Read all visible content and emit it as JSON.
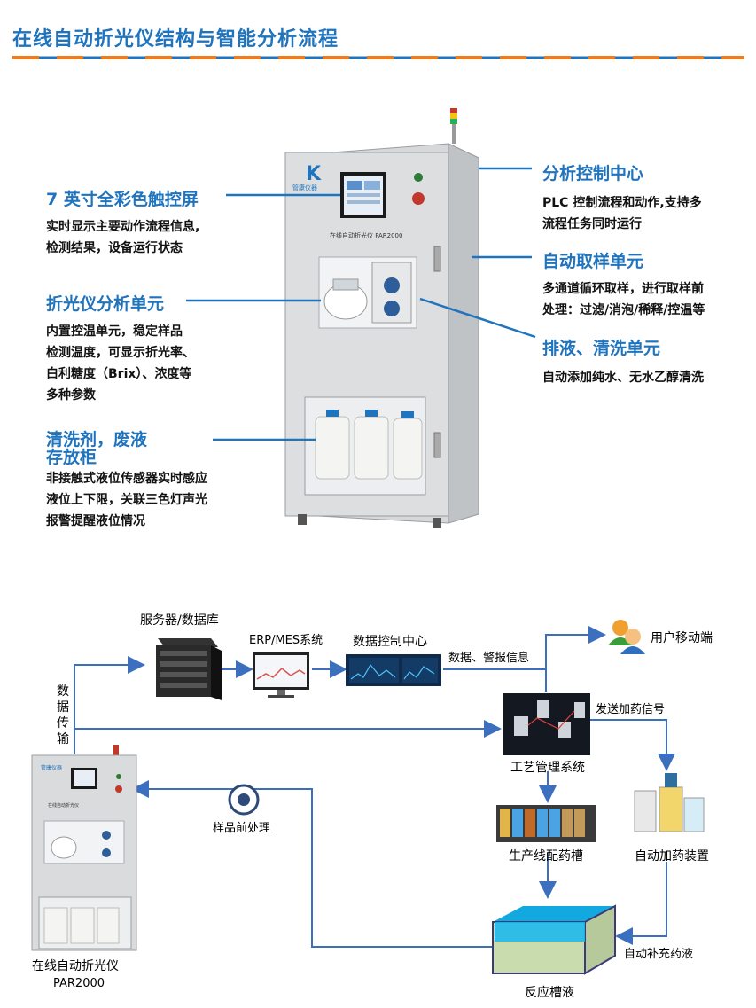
{
  "title": "在线自动折光仪结构与智能分析流程",
  "colors": {
    "accent": "#1f74bd",
    "rule_orange": "#f07b1d",
    "cabinet": "#d9dbdd"
  },
  "device": {
    "brand": "管康仪器",
    "panel_label": "在线自动折光仪  PAR2000",
    "small_panel_label": "在线自动折光仪"
  },
  "callouts": {
    "screen": {
      "title": "7 英寸全彩色触控屏",
      "lines": [
        "实时显示主要动作流程信息,",
        "检测结果，设备运行状态"
      ]
    },
    "analysis_unit": {
      "title": "折光仪分析单元",
      "lines": [
        "内置控温单元，稳定样品",
        "检测温度，可显示折光率、",
        "白利糖度（Brix）、浓度等",
        "多种参数"
      ]
    },
    "storage": {
      "title_line1": "清洗剂，废液",
      "title_line2": "存放柜",
      "lines": [
        "非接触式液位传感器实时感应",
        "液位上下限，关联三色灯声光",
        "报警提醒液位情况"
      ]
    },
    "control_center": {
      "title": "分析控制中心",
      "lines": [
        "PLC 控制流程和动作,支持多",
        "流程任务同时运行"
      ]
    },
    "sampling": {
      "title": "自动取样单元",
      "lines": [
        "多通道循环取样，进行取样前",
        "处理：过滤/消泡/稀释/控温等"
      ]
    },
    "cleaning": {
      "title": "排液、清洗单元",
      "lines": [
        "自动添加纯水、无水乙醇清洗"
      ]
    }
  },
  "flow": {
    "server": "服务器/数据库",
    "erp": "ERP/MES系统",
    "dcc": "数据控制中心",
    "data_alarm": "数据、警报信息",
    "mobile": "用户移动端",
    "transfer": [
      "数",
      "据",
      "传",
      "输"
    ],
    "process_system": "工艺管理系统",
    "send_signal": "发送加药信号",
    "production_tank": "生产线配药槽",
    "auto_dosing": "自动加药装置",
    "auto_refill": "自动补充药液",
    "reaction_tank": "反应槽液",
    "pretreatment": "样品前处理",
    "instrument_name": "在线自动折光仪",
    "instrument_model": "PAR2000"
  }
}
